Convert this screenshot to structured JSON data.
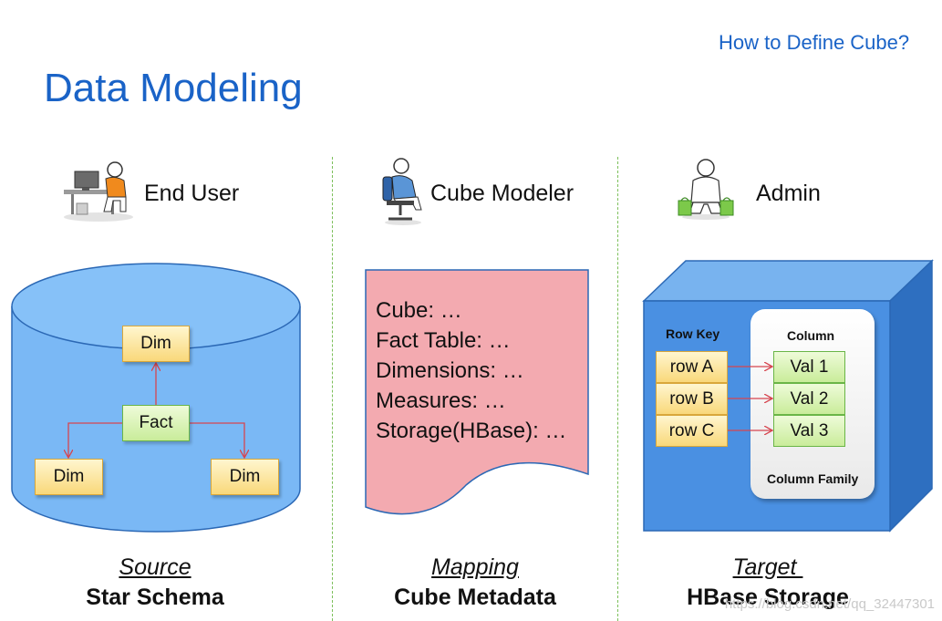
{
  "header": {
    "link_text": "How to Define Cube?",
    "title": "Data Modeling"
  },
  "columns": [
    {
      "role": "End User",
      "role_icon": "person-at-computer-icon",
      "caption_italic": "Source",
      "caption_bold": "Star Schema",
      "star_schema": {
        "top": "Dim",
        "center": "Fact",
        "left": "Dim",
        "right": "Dim"
      }
    },
    {
      "role": "Cube Modeler",
      "role_icon": "person-in-chair-icon",
      "caption_italic": "Mapping",
      "caption_bold": "Cube Metadata",
      "metadata_lines": [
        "Cube: …",
        "Fact Table: …",
        "Dimensions: …",
        "Measures: …",
        "Storage(HBase): …"
      ]
    },
    {
      "role": "Admin",
      "role_icon": "person-with-bags-icon",
      "caption_italic": "Target ",
      "caption_bold": "HBase Storage",
      "hbase": {
        "row_key_label": "Row Key",
        "column_label": "Column",
        "column_family_label": "Column Family",
        "rows": [
          "row A",
          "row B",
          "row C"
        ],
        "values": [
          "Val 1",
          "Val 2",
          "Val 3"
        ]
      }
    }
  ],
  "watermark": "https://blog.csdn.net/qq_32447301",
  "colors": {
    "title_blue": "#1a63c7",
    "cylinder_blue": "#7ab8f5",
    "document_pink": "#f3aab0",
    "cube_blue": "#4a90e2",
    "divider_green": "#7cbf5a",
    "arrow_red": "#d6454f"
  }
}
